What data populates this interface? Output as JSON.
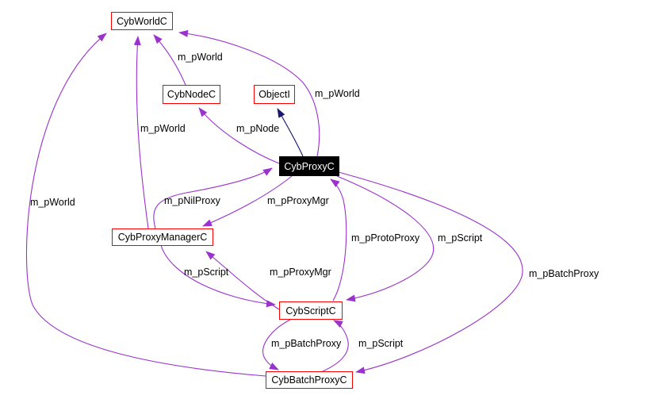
{
  "diagram": {
    "type": "collaboration-graph",
    "colors": {
      "edge": "#9a32cd",
      "inheritance": "#191970",
      "node_border": "#ff0000",
      "focus_node_bg": "#000000",
      "focus_node_text": "#ffffff",
      "text": "#000000",
      "background": "#ffffff"
    },
    "nodes": [
      {
        "id": "world",
        "label": "CybWorldC"
      },
      {
        "id": "node",
        "label": "CybNodeC"
      },
      {
        "id": "objecti",
        "label": "ObjectI"
      },
      {
        "id": "proxy",
        "label": "CybProxyC",
        "focus": true
      },
      {
        "id": "pm",
        "label": "CybProxyManagerC"
      },
      {
        "id": "script",
        "label": "CybScriptC"
      },
      {
        "id": "batch",
        "label": "CybBatchProxyC"
      }
    ],
    "edges": [
      {
        "from": "CybNodeC",
        "to": "CybWorldC",
        "label": "m_pWorld",
        "kind": "member"
      },
      {
        "from": "CybProxyC",
        "to": "CybWorldC",
        "label": "m_pWorld",
        "kind": "member"
      },
      {
        "from": "CybProxyManagerC",
        "to": "CybWorldC",
        "label": "m_pWorld",
        "kind": "member"
      },
      {
        "from": "CybBatchProxyC",
        "to": "CybWorldC",
        "label": "m_pWorld",
        "kind": "member"
      },
      {
        "from": "CybProxyC",
        "to": "CybNodeC",
        "label": "m_pNode",
        "kind": "member"
      },
      {
        "from": "CybProxyC",
        "to": "ObjectI",
        "label": "",
        "kind": "inheritance"
      },
      {
        "from": "CybProxyManagerC",
        "to": "CybProxyC",
        "label": "m_pNilProxy",
        "kind": "member"
      },
      {
        "from": "CybProxyC",
        "to": "CybProxyManagerC",
        "label": "m_pProxyMgr",
        "kind": "member"
      },
      {
        "from": "CybScriptC",
        "to": "CybProxyManagerC",
        "label": "m_pProxyMgr",
        "kind": "member"
      },
      {
        "from": "CybProxyManagerC",
        "to": "CybScriptC",
        "label": "m_pScript",
        "kind": "member"
      },
      {
        "from": "CybScriptC",
        "to": "CybProxyC",
        "label": "m_pProtoProxy",
        "kind": "member"
      },
      {
        "from": "CybProxyC",
        "to": "CybScriptC",
        "label": "m_pScript",
        "kind": "member"
      },
      {
        "from": "CybProxyC",
        "to": "CybBatchProxyC",
        "label": "m_pBatchProxy",
        "kind": "member"
      },
      {
        "from": "CybScriptC",
        "to": "CybBatchProxyC",
        "label": "m_pBatchProxy",
        "kind": "member"
      },
      {
        "from": "CybBatchProxyC",
        "to": "CybScriptC",
        "label": "m_pScript",
        "kind": "member"
      }
    ]
  }
}
